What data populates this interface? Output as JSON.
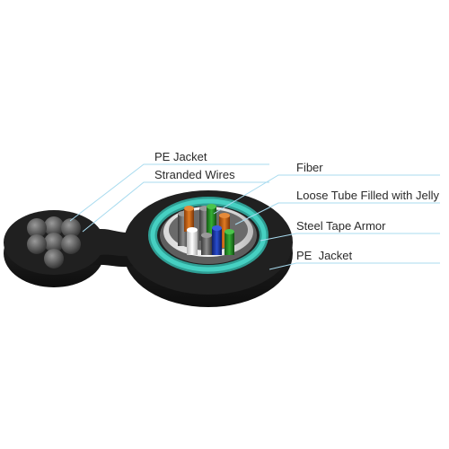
{
  "labels": {
    "pe_jacket_left": "PE Jacket",
    "stranded_wires": "Stranded Wires",
    "fiber": "Fiber",
    "loose_tube": "Loose Tube Filled with Jelly",
    "steel_tape": "Steel Tape Armor",
    "pe_jacket_right": "PE  Jacket"
  },
  "colors": {
    "jacket": "#1c1c1c",
    "steel_tape": "#3cc2b4",
    "leader_line": "#9fd6ec",
    "fiber_orange": "#d9741e",
    "fiber_green": "#2fa82f",
    "fiber_blue": "#1f3fbf",
    "fiber_white": "#f2f2f2",
    "fiber_grey": "#7a7a7a"
  }
}
